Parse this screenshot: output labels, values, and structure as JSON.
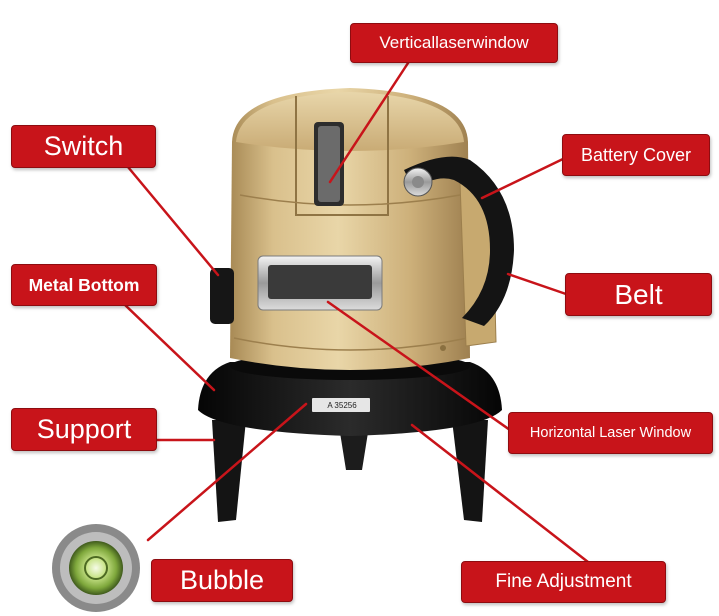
{
  "labels": {
    "vertical_laser_window": "Verticallaserwindow",
    "switch": "Switch",
    "battery_cover": "Battery Cover",
    "metal_bottom": "Metal Bottom",
    "belt": "Belt",
    "support": "Support",
    "horizontal_laser_window": "Horizontal Laser Window",
    "bubble": "Bubble",
    "fine_adjustment": "Fine Adjustment"
  },
  "serial_plate": "A 35256",
  "colors": {
    "label_bg": "#c8141a",
    "label_text": "#ffffff",
    "leader_line": "#c8141a",
    "body_gold": "#d4b67c",
    "base_black": "#151515"
  }
}
